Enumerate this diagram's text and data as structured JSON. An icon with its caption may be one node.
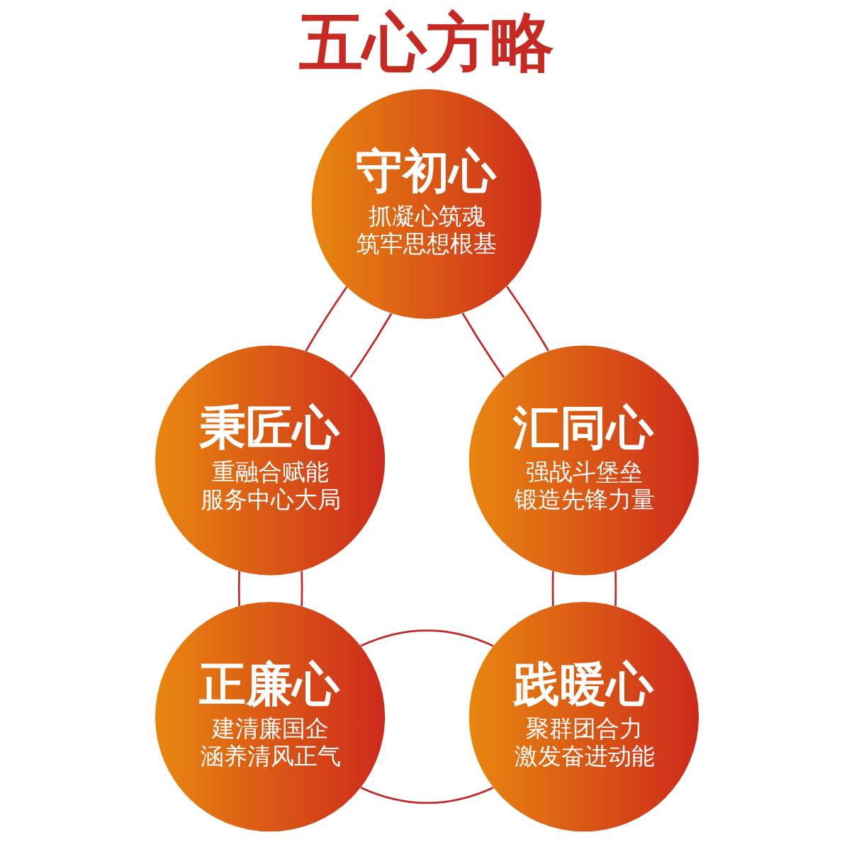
{
  "diagram": {
    "title": "五心方略",
    "nodes": [
      {
        "text": [
          "守初心",
          "抓凝心筑魂",
          "筑牢思想根基"
        ]
      },
      {
        "text": [
          "秉匠心",
          "重融合赋能",
          "服务中心大局"
        ]
      },
      {
        "text": [
          "汇同心",
          "强战斗堡垒",
          "锻造先锋力量"
        ]
      },
      {
        "text": [
          "正廉心",
          "建清廉国企",
          "涵养清风正气"
        ]
      },
      {
        "text": [
          "践暖心",
          "聚群团合力",
          "激发奋进动能"
        ]
      }
    ],
    "edges": [
      {
        "from": 0,
        "to": 1,
        "arrow": "none"
      },
      {
        "from": 0,
        "to": 1,
        "arrow": "none"
      },
      {
        "from": 0,
        "to": 2,
        "arrow": "none"
      },
      {
        "from": 0,
        "to": 2,
        "arrow": "none"
      },
      {
        "from": 2,
        "to": 4,
        "arrow": "none"
      },
      {
        "from": 2,
        "to": 4,
        "arrow": "none"
      },
      {
        "from": 3,
        "to": 4,
        "arrow": "none"
      },
      {
        "from": 3,
        "to": 4,
        "arrow": "none"
      },
      {
        "from": 1,
        "to": 3,
        "arrow": "none"
      },
      {
        "from": 1,
        "to": 3,
        "arrow": "none"
      }
    ]
  }
}
